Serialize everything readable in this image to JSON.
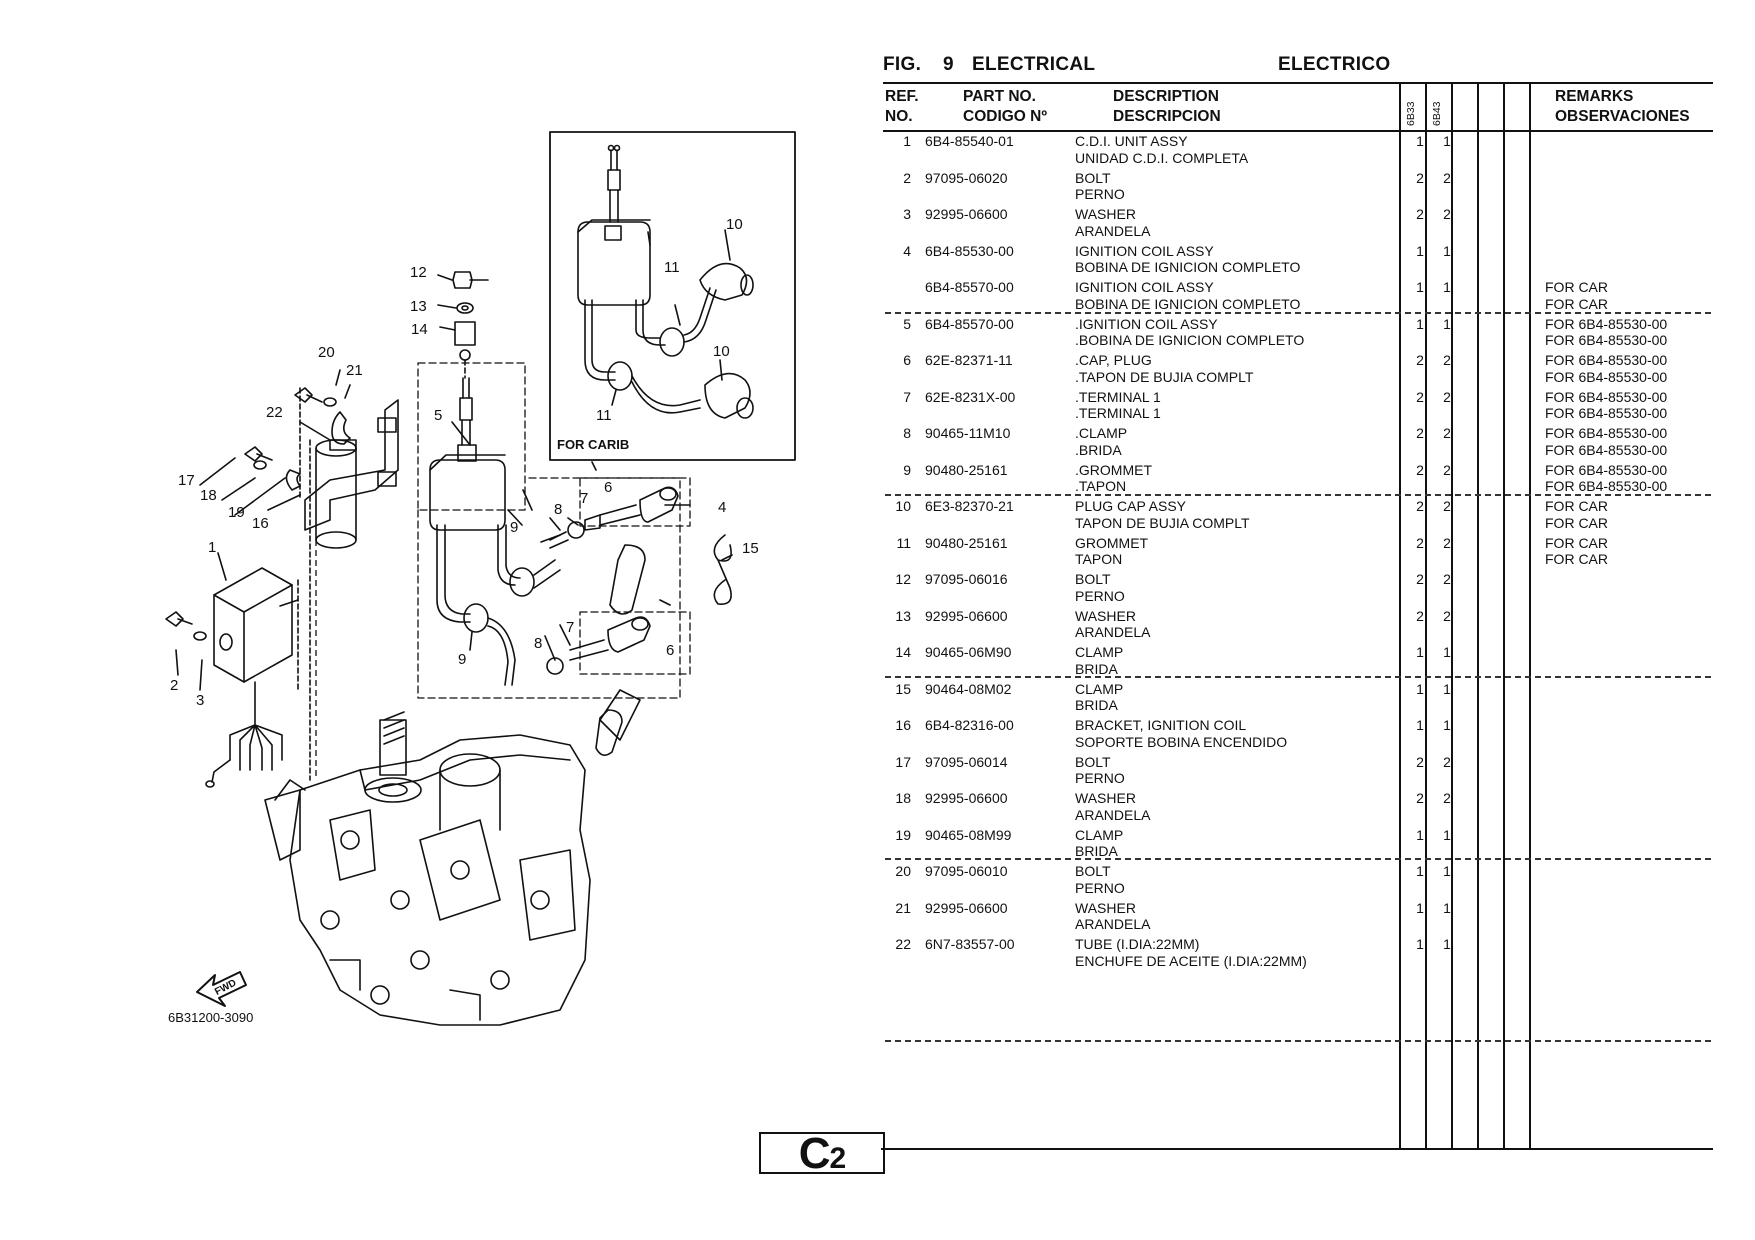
{
  "figure": {
    "label": "FIG.",
    "number": "9",
    "title_en": "ELECTRICAL",
    "title_es": "ELECTRICO"
  },
  "header": {
    "ref_line1": "REF.",
    "ref_line2": "NO.",
    "part_line1": "PART NO.",
    "part_line2": "CODIGO Nº",
    "desc_line1": "DESCRIPTION",
    "desc_line2": "DESCRIPCION",
    "model1": "6B33",
    "model2": "6B43",
    "remarks_line1": "REMARKS",
    "remarks_line2": "OBSERVACIONES"
  },
  "rows": [
    {
      "ref": "1",
      "part": "6B4-85540-01",
      "desc": "C.D.I. UNIT ASSY",
      "desc2": "UNIDAD C.D.I. COMPLETA",
      "q1": "1",
      "q2": "1",
      "rem": "",
      "rem2": ""
    },
    {
      "ref": "2",
      "part": "97095-06020",
      "desc": "BOLT",
      "desc2": "PERNO",
      "q1": "2",
      "q2": "2",
      "rem": "",
      "rem2": ""
    },
    {
      "ref": "3",
      "part": "92995-06600",
      "desc": "WASHER",
      "desc2": "ARANDELA",
      "q1": "2",
      "q2": "2",
      "rem": "",
      "rem2": ""
    },
    {
      "ref": "4",
      "part": "6B4-85530-00",
      "desc": "IGNITION COIL ASSY",
      "desc2": "BOBINA DE IGNICION COMPLETO",
      "q1": "1",
      "q2": "1",
      "rem": "",
      "rem2": ""
    },
    {
      "ref": "",
      "part": "6B4-85570-00",
      "desc": "IGNITION COIL ASSY",
      "desc2": "BOBINA DE IGNICION COMPLETO",
      "q1": "1",
      "q2": "1",
      "rem": "FOR CAR",
      "rem2": "FOR CAR"
    },
    {
      "ref": "5",
      "part": "6B4-85570-00",
      "desc": ".IGNITION COIL ASSY",
      "desc2": ".BOBINA DE IGNICION COMPLETO",
      "q1": "1",
      "q2": "1",
      "rem": "FOR 6B4-85530-00",
      "rem2": "FOR 6B4-85530-00"
    },
    {
      "ref": "6",
      "part": "62E-82371-11",
      "desc": ".CAP, PLUG",
      "desc2": ".TAPON DE BUJIA COMPLT",
      "q1": "2",
      "q2": "2",
      "rem": "FOR 6B4-85530-00",
      "rem2": "FOR 6B4-85530-00"
    },
    {
      "ref": "7",
      "part": "62E-8231X-00",
      "desc": ".TERMINAL 1",
      "desc2": ".TERMINAL 1",
      "q1": "2",
      "q2": "2",
      "rem": "FOR 6B4-85530-00",
      "rem2": "FOR 6B4-85530-00"
    },
    {
      "ref": "8",
      "part": "90465-11M10",
      "desc": ".CLAMP",
      "desc2": ".BRIDA",
      "q1": "2",
      "q2": "2",
      "rem": "FOR 6B4-85530-00",
      "rem2": "FOR 6B4-85530-00"
    },
    {
      "ref": "9",
      "part": "90480-25161",
      "desc": ".GROMMET",
      "desc2": ".TAPON",
      "q1": "2",
      "q2": "2",
      "rem": "FOR 6B4-85530-00",
      "rem2": "FOR 6B4-85530-00"
    },
    {
      "ref": "10",
      "part": "6E3-82370-21",
      "desc": "PLUG CAP ASSY",
      "desc2": "TAPON DE BUJIA COMPLT",
      "q1": "2",
      "q2": "2",
      "rem": "FOR CAR",
      "rem2": "FOR CAR"
    },
    {
      "ref": "11",
      "part": "90480-25161",
      "desc": "GROMMET",
      "desc2": "TAPON",
      "q1": "2",
      "q2": "2",
      "rem": "FOR CAR",
      "rem2": "FOR CAR"
    },
    {
      "ref": "12",
      "part": "97095-06016",
      "desc": "BOLT",
      "desc2": "PERNO",
      "q1": "2",
      "q2": "2",
      "rem": "",
      "rem2": ""
    },
    {
      "ref": "13",
      "part": "92995-06600",
      "desc": "WASHER",
      "desc2": "ARANDELA",
      "q1": "2",
      "q2": "2",
      "rem": "",
      "rem2": ""
    },
    {
      "ref": "14",
      "part": "90465-06M90",
      "desc": "CLAMP",
      "desc2": "BRIDA",
      "q1": "1",
      "q2": "1",
      "rem": "",
      "rem2": ""
    },
    {
      "ref": "15",
      "part": "90464-08M02",
      "desc": "CLAMP",
      "desc2": "BRIDA",
      "q1": "1",
      "q2": "1",
      "rem": "",
      "rem2": ""
    },
    {
      "ref": "16",
      "part": "6B4-82316-00",
      "desc": "BRACKET, IGNITION COIL",
      "desc2": "SOPORTE  BOBINA ENCENDIDO",
      "q1": "1",
      "q2": "1",
      "rem": "",
      "rem2": ""
    },
    {
      "ref": "17",
      "part": "97095-06014",
      "desc": "BOLT",
      "desc2": "PERNO",
      "q1": "2",
      "q2": "2",
      "rem": "",
      "rem2": ""
    },
    {
      "ref": "18",
      "part": "92995-06600",
      "desc": "WASHER",
      "desc2": "ARANDELA",
      "q1": "2",
      "q2": "2",
      "rem": "",
      "rem2": ""
    },
    {
      "ref": "19",
      "part": "90465-08M99",
      "desc": "CLAMP",
      "desc2": "BRIDA",
      "q1": "1",
      "q2": "1",
      "rem": "",
      "rem2": ""
    },
    {
      "ref": "20",
      "part": "97095-06010",
      "desc": "BOLT",
      "desc2": "PERNO",
      "q1": "1",
      "q2": "1",
      "rem": "",
      "rem2": ""
    },
    {
      "ref": "21",
      "part": "92995-06600",
      "desc": "WASHER",
      "desc2": "ARANDELA",
      "q1": "1",
      "q2": "1",
      "rem": "",
      "rem2": ""
    },
    {
      "ref": "22",
      "part": "6N7-83557-00",
      "desc": "TUBE (I.DIA:22MM)",
      "desc2": "ENCHUFE DE ACEITE (I.DIA:22MM)",
      "q1": "1",
      "q2": "1",
      "rem": "",
      "rem2": ""
    }
  ],
  "diagram": {
    "inset_label": "FOR CARIB",
    "fwd_label": "FWD",
    "drawing_code": "6B31200-3090",
    "callouts": [
      "1",
      "2",
      "3",
      "4",
      "5",
      "6",
      "6",
      "7",
      "7",
      "8",
      "8",
      "9",
      "9",
      "10",
      "10",
      "11",
      "11",
      "12",
      "13",
      "14",
      "15",
      "16",
      "17",
      "18",
      "19",
      "20",
      "21",
      "22"
    ]
  },
  "page": {
    "letter": "C",
    "number": "2"
  }
}
